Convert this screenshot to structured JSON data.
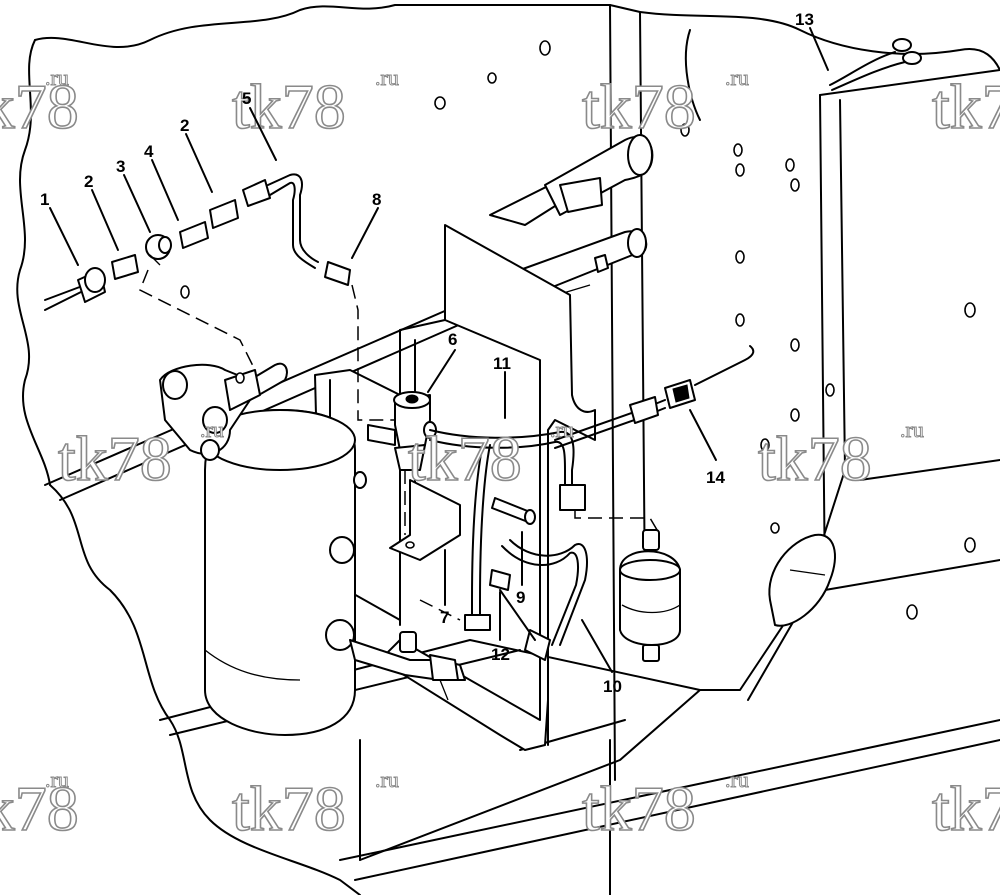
{
  "callouts": [
    {
      "label": "1"
    },
    {
      "label": "2"
    },
    {
      "label": "3"
    },
    {
      "label": "4"
    },
    {
      "label": "2"
    },
    {
      "label": "5"
    },
    {
      "label": "8"
    },
    {
      "label": "6"
    },
    {
      "label": "11"
    },
    {
      "label": "13"
    },
    {
      "label": "14"
    },
    {
      "label": "7"
    },
    {
      "label": "9"
    },
    {
      "label": "12"
    },
    {
      "label": "10"
    }
  ],
  "watermark": {
    "main": "tk78",
    "suffix": ".ru"
  }
}
